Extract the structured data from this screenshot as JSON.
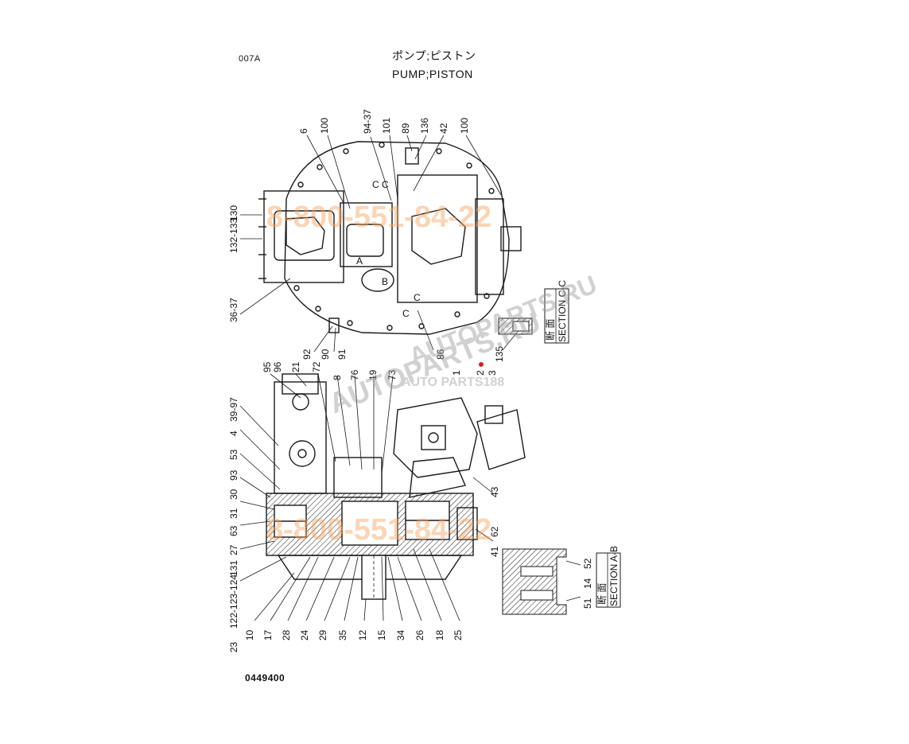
{
  "header": {
    "page_code": "007A",
    "title_jp": "ポンプ;ピストン",
    "title_en": "PUMP;PISTON",
    "doc_number": "0449400"
  },
  "sections": {
    "cc": {
      "jp": "断 面",
      "label": "SECTION C-C"
    },
    "ab": {
      "jp": "断 面",
      "label": "SECTION A-B"
    }
  },
  "view_marks": [
    "C",
    "C",
    "A",
    "B",
    "C",
    "C"
  ],
  "top_callouts": [
    "6",
    "100",
    "94-37",
    "101",
    "89",
    "136",
    "42",
    "100",
    "130",
    "132-133",
    "36-37",
    "92",
    "90",
    "91",
    "86",
    "135"
  ],
  "bottom_callouts": [
    "95",
    "96",
    "21",
    "72",
    "8",
    "76",
    "19",
    "73",
    "1",
    "2",
    "3",
    "39-97",
    "4",
    "53",
    "93",
    "30",
    "31",
    "63",
    "27",
    "131",
    "122-123-124",
    "23",
    "10",
    "17",
    "28",
    "24",
    "29",
    "35",
    "12",
    "15",
    "34",
    "26",
    "18",
    "25",
    "43",
    "62",
    "41",
    "52",
    "14",
    "51"
  ],
  "watermarks": {
    "phone": "8-800-551-84-22",
    "site": "AUTOPARTS.RU",
    "logo": "AUTO PARTS188"
  },
  "colors": {
    "line": "#1a1a1a",
    "watermark_orange": "#f4a460",
    "watermark_gray": "#9a9a9a",
    "red_mark": "#d42020"
  }
}
